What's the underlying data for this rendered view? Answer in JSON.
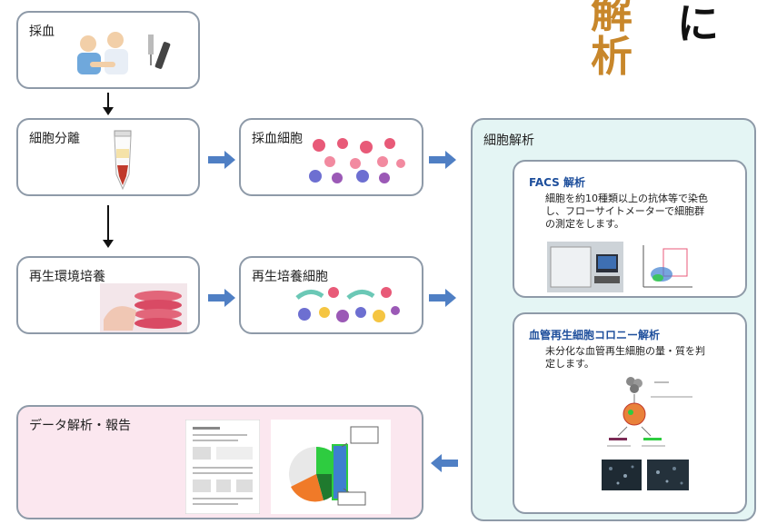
{
  "header": {
    "kanji_orange_1": "解",
    "kanji_orange_2": "析",
    "kana_black": "に"
  },
  "steps": {
    "blood_draw": "採血",
    "cell_separation": "細胞分離",
    "collected_cells": "採血細胞",
    "regen_culture": "再生環境培養",
    "regen_cultured_cells": "再生培養細胞",
    "data_report": "データ解析・報告"
  },
  "analysis": {
    "title": "細胞解析",
    "facs": {
      "title": "FACS 解析",
      "desc": "細胞を約10種類以上の抗体等で染色し、フローサイトメーターで細胞群の測定をします。"
    },
    "colony": {
      "title": "血管再生細胞コロニー解析",
      "desc": "未分化な血管再生細胞の量・質を判定します。"
    }
  },
  "colors": {
    "arrow_blue": "#4f7fc4",
    "orange_text": "#c8872b",
    "box_border": "#8e9aa8",
    "pink_panel": "#fbe7ef",
    "mint_panel": "#e4f5f4",
    "title_blue": "#1e4f9c"
  }
}
